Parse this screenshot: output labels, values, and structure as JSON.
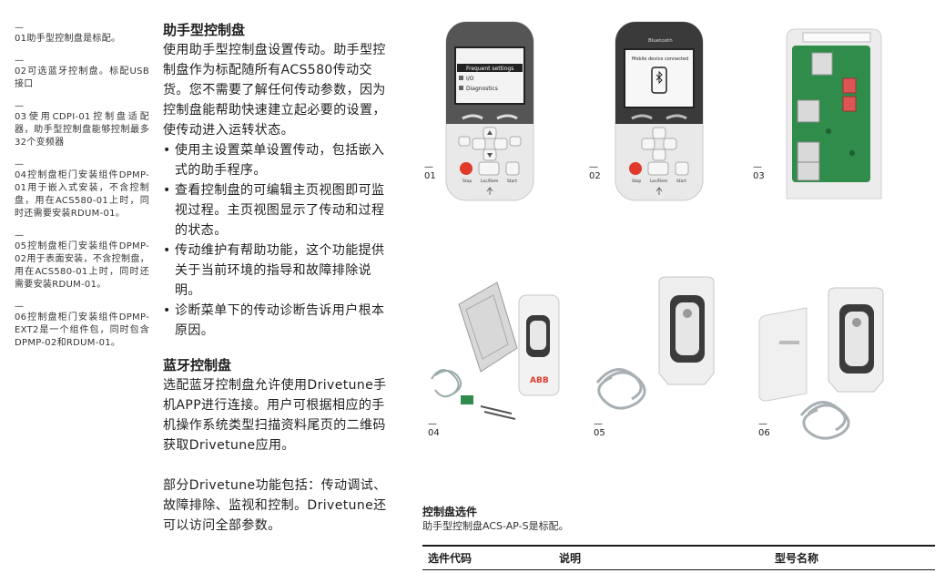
{
  "captions": [
    {
      "dash": "—",
      "text": "01助手型控制盘是标配。"
    },
    {
      "dash": "—",
      "text": "02可选蓝牙控制盘。标配USB接口"
    },
    {
      "dash": "—",
      "text": "03使用CDPI-01控制盘适配器，助手型控制盘能够控制最多32个变频器"
    },
    {
      "dash": "—",
      "text": "04控制盘柜门安装组件DPMP-01用于嵌入式安装，不含控制盘，用在ACS580-01上时，同时还需要安装RDUM-01。"
    },
    {
      "dash": "—",
      "text": "05控制盘柜门安装组件DPMP-02用于表面安装，不含控制盘，用在ACS580-01上时，同时还需要安装RDUM-01。"
    },
    {
      "dash": "—",
      "text": "06控制盘柜门安装组件DPMP-EXT2是一个组件包，同时包含DPMP-02和RDUM-01。"
    }
  ],
  "assistant": {
    "heading": "助手型控制盘",
    "intro": "使用助手型控制盘设置传动。助手型控制盘作为标配随所有ACS580传动交货。您不需要了解任何传动参数，因为控制盘能帮助快速建立起必要的设置，使传动进入运转状态。",
    "bullets": [
      "使用主设置菜单设置传动，包括嵌入式的助手程序。",
      "查看控制盘的可编辑主页视图即可监视过程。主页视图显示了传动和过程的状态。",
      "传动维护有帮助功能，这个功能提供关于当前环境的指导和故障排除说明。",
      "诊断菜单下的传动诊断告诉用户根本原因。"
    ]
  },
  "bluetooth": {
    "heading": "蓝牙控制盘",
    "p1": "选配蓝牙控制盘允许使用Drivetune手机APP进行连接。用户可根据相应的手机操作系统类型扫描资料尾页的二维码获取Drivetune应用。",
    "p2": "部分Drivetune功能包括：传动调试、故障排除、监视和控制。Drivetune还可以访问全部参数。"
  },
  "figures": {
    "f01": "01",
    "f02": "02",
    "f03": "03",
    "f04": "04",
    "f05": "05",
    "f06": "06",
    "dash": "—",
    "panel1_menu": [
      "Frequent settings",
      "I/O",
      "Diagnostics"
    ],
    "panel2_brand": "Bluetooth",
    "panel2_msg": "Mobile device connected",
    "key_stop": "Stop",
    "key_loc": "Loc/Rem",
    "key_start": "Start",
    "abb": "ABB"
  },
  "options": {
    "title": "控制盘选件",
    "subtitle": "助手型控制盘ACS-AP-S是标配。",
    "col1": "选件代码",
    "col2": "说明",
    "col3": "型号名称"
  }
}
